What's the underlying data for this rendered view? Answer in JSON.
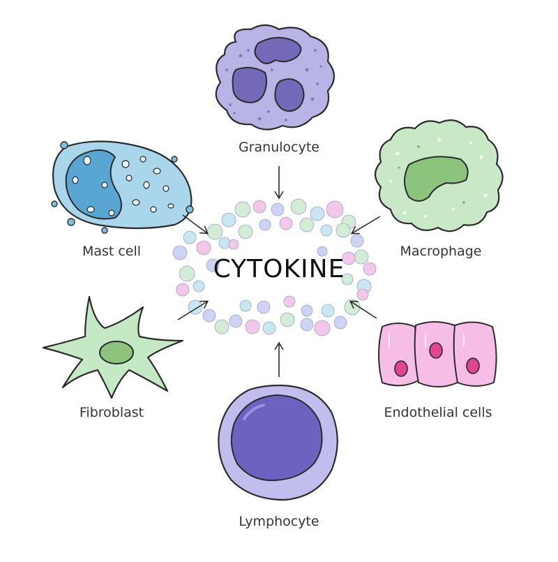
{
  "center": {
    "title": "CYTOKINE"
  },
  "cells": [
    {
      "key": "granulocyte",
      "label": "Granulocyte"
    },
    {
      "key": "mast",
      "label": "Mast cell"
    },
    {
      "key": "macrophage",
      "label": "Macrophage"
    },
    {
      "key": "fibroblast",
      "label": "Fibroblast"
    },
    {
      "key": "endothelial",
      "label": "Endothelial cells"
    },
    {
      "key": "lymphocyte",
      "label": "Lymphocyte"
    }
  ],
  "colors": {
    "granulocyte_body": "#b9b4e6",
    "granulocyte_nucleus": "#7468b8",
    "mast_body": "#a9d6ea",
    "mast_nucleus": "#5aa6d2",
    "macrophage_body": "#c9e9c6",
    "macrophage_nucleus": "#8cc47e",
    "fibroblast_body": "#c5e8c5",
    "endothelial_body": "#f6bde6",
    "endothelial_nucleus": "#e0458f",
    "lymphocyte_body": "#c1bdec",
    "lymphocyte_nucleus": "#6c62c0",
    "cytokine_blue": "#cfd3f3",
    "cytokine_green": "#d3ecd5",
    "cytokine_pink": "#f4c7ea",
    "cytokine_cyan": "#c8e7f0",
    "outline": "#2b2b2b"
  }
}
